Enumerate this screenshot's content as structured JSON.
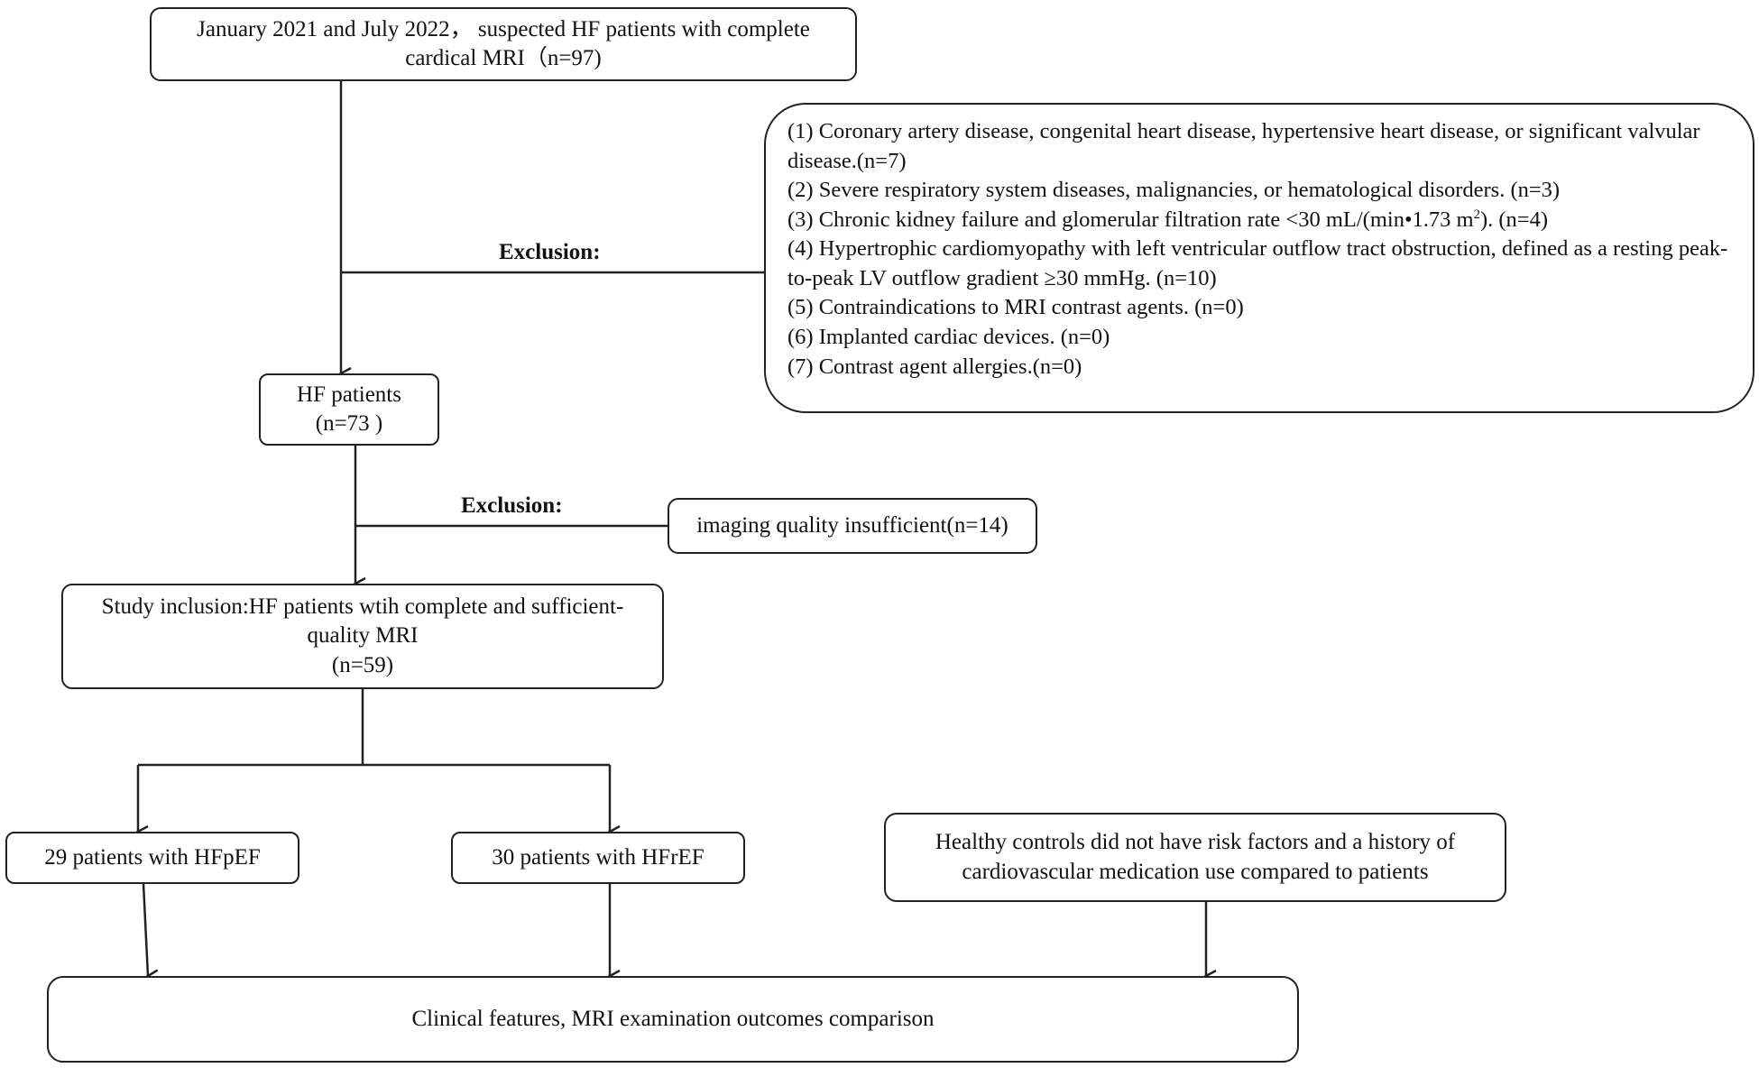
{
  "start": {
    "line1": "January 2021 and July 2022， suspected HF patients with complete",
    "line2": "cardical MRI（n=97)"
  },
  "exclusion1": {
    "label": "Exclusion:",
    "items": [
      "(1) Coronary artery disease, congenital heart disease, hypertensive heart disease, or significant valvular disease.(n=7)",
      "(2) Severe respiratory system diseases, malignancies, or hematological disorders. (n=3)",
      "(3) Chronic kidney failure and glomerular filtration rate <30 mL/(min•1.73 m",
      "(4) Hypertrophic cardiomyopathy with left ventricular outflow tract obstruction, defined as a resting peak-to-peak LV outflow gradient ≥30 mmHg. (n=10)",
      "(5) Contraindications to MRI contrast agents. (n=0)",
      "(6) Implanted cardiac devices. (n=0)",
      "(7) Contrast agent allergies.(n=0)"
    ],
    "item3_sup": "2",
    "item3_tail": "). (n=4)"
  },
  "hf_patients": {
    "line1": "HF patients",
    "line2": "(n=73 )"
  },
  "exclusion2": {
    "label": "Exclusion:",
    "text": "imaging quality insufficient(n=14)"
  },
  "inclusion": {
    "line1": "Study inclusion:HF patients wtih complete and sufficient-",
    "line2": "quality MRI",
    "line3": "(n=59)"
  },
  "hfpef": "29 patients with HFpEF",
  "hfref": "30 patients with HFrEF",
  "controls": {
    "line1": "Healthy controls did not have risk factors and a history of",
    "line2": "cardiovascular medication use compared to patients"
  },
  "outcome": "Clinical features, MRI examination outcomes comparison"
}
